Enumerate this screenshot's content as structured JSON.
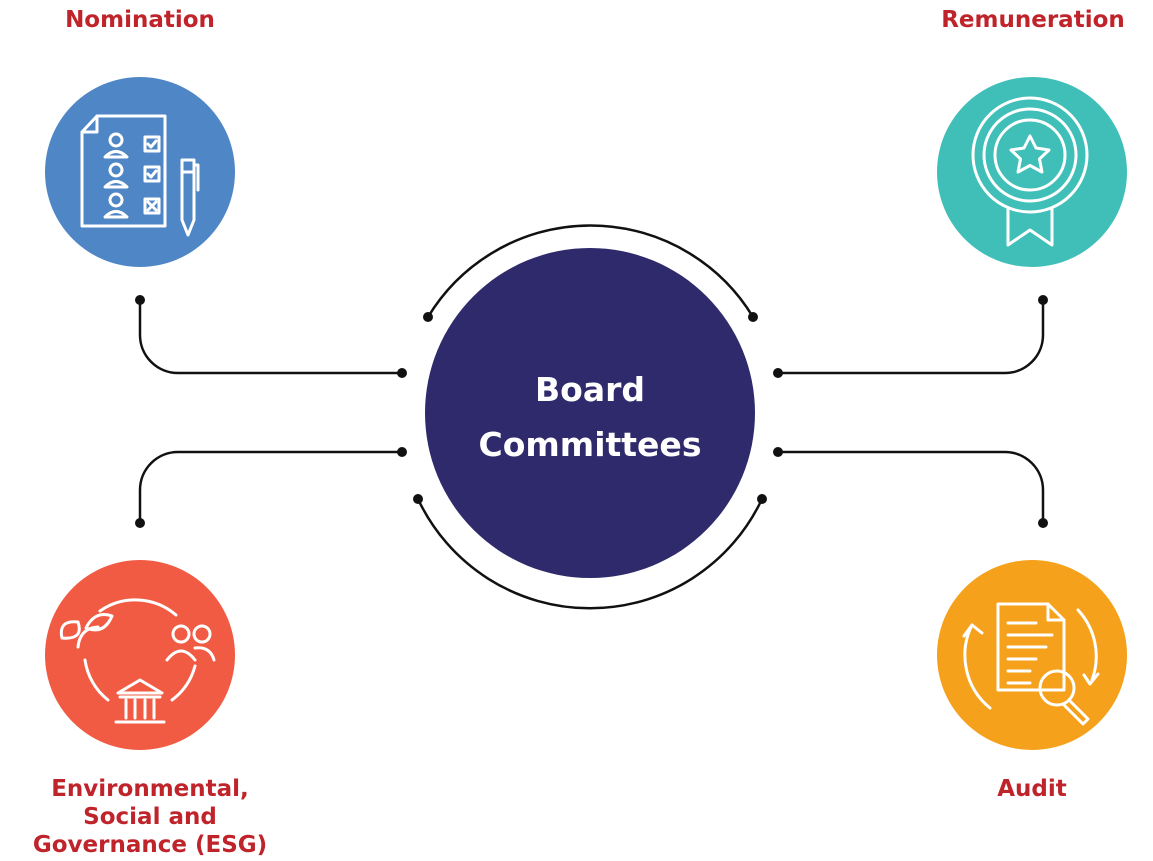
{
  "center": {
    "line1": "Board",
    "line2": "Committees",
    "color": "#2e2a6b"
  },
  "committees": [
    {
      "label": "Nomination",
      "icon": "ballot-clipboard-icon",
      "color": "#4f86c6"
    },
    {
      "label": "Remuneration",
      "icon": "award-medal-icon",
      "color": "#40bfb8"
    },
    {
      "label_lines": [
        "Environmental,",
        "Social and",
        "Governance (ESG)"
      ],
      "icon": "esg-cycle-icon",
      "color": "#f15b43"
    },
    {
      "label": "Audit",
      "icon": "audit-document-search-icon",
      "color": "#f6a11c"
    }
  ],
  "label_color": "#c0242b",
  "connector_color": "#111111"
}
